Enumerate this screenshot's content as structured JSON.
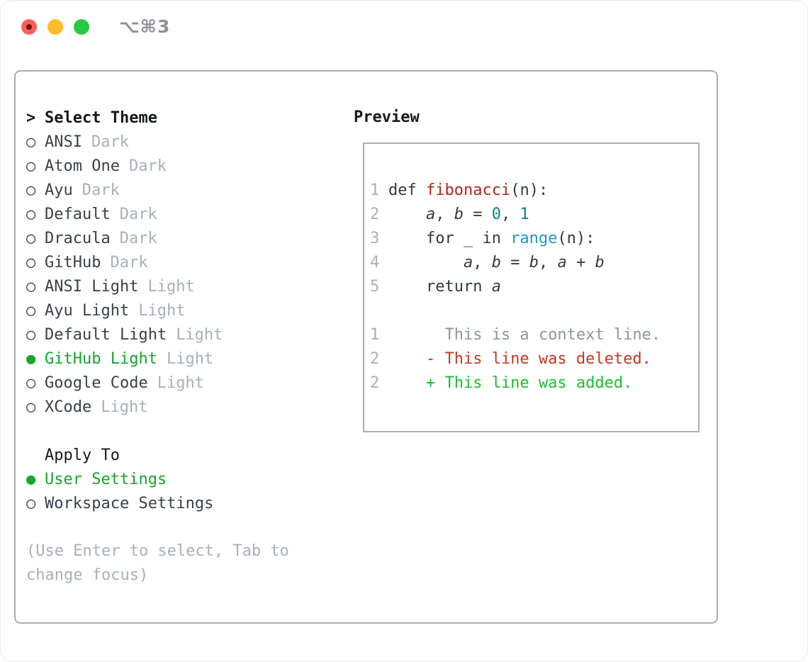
{
  "window": {
    "title": "⌥⌘3",
    "traffic_lights": {
      "close": "close",
      "minimize": "minimize",
      "zoom": "zoom"
    }
  },
  "markers": {
    "prompt": ">",
    "unselected": "○",
    "selected": "●"
  },
  "colors": {
    "accent_green": "#16a52e",
    "panel_border": "#a7aeb8",
    "muted_text": "#a8b0b9",
    "function_red": "#b0261c",
    "number_teal": "#0e7f87",
    "builtin_blue": "#2196c8",
    "diff_deleted_red": "#c9371f",
    "diff_added_green": "#18c12c"
  },
  "theme_panel": {
    "header": {
      "marker": ">",
      "label": "Select Theme"
    },
    "themes": [
      {
        "name": "ANSI",
        "variant": "Dark",
        "selected": false
      },
      {
        "name": "Atom One",
        "variant": "Dark",
        "selected": false
      },
      {
        "name": "Ayu",
        "variant": "Dark",
        "selected": false
      },
      {
        "name": "Default",
        "variant": "Dark",
        "selected": false
      },
      {
        "name": "Dracula",
        "variant": "Dark",
        "selected": false
      },
      {
        "name": "GitHub",
        "variant": "Dark",
        "selected": false
      },
      {
        "name": "ANSI Light",
        "variant": "Light",
        "selected": false
      },
      {
        "name": "Ayu Light",
        "variant": "Light",
        "selected": false
      },
      {
        "name": "Default Light",
        "variant": "Light",
        "selected": false
      },
      {
        "name": "GitHub Light",
        "variant": "Light",
        "selected": true
      },
      {
        "name": "Google Code",
        "variant": "Light",
        "selected": false
      },
      {
        "name": "XCode",
        "variant": "Light",
        "selected": false
      }
    ],
    "apply_to": {
      "label": "Apply To",
      "options": [
        {
          "name": "User Settings",
          "selected": true
        },
        {
          "name": "Workspace Settings",
          "selected": false
        }
      ]
    },
    "hint_lines": [
      "(Use Enter to select, Tab to",
      "change focus)"
    ]
  },
  "preview": {
    "title": "Preview",
    "lines": [
      {
        "num": "1",
        "tokens": [
          [
            "def ",
            "code"
          ],
          [
            "fibonacci",
            "func"
          ],
          [
            "(n):",
            "code"
          ]
        ]
      },
      {
        "num": "2",
        "tokens": [
          [
            "    ",
            "code"
          ],
          [
            "a",
            "var"
          ],
          [
            ", ",
            "code"
          ],
          [
            "b",
            "var"
          ],
          [
            " = ",
            "code"
          ],
          [
            "0",
            "num"
          ],
          [
            ", ",
            "code"
          ],
          [
            "1",
            "num"
          ]
        ]
      },
      {
        "num": "3",
        "tokens": [
          [
            "    for _ in ",
            "code"
          ],
          [
            "range",
            "builtin"
          ],
          [
            "(n):",
            "code"
          ]
        ]
      },
      {
        "num": "4",
        "tokens": [
          [
            "        ",
            "code"
          ],
          [
            "a",
            "var"
          ],
          [
            ", ",
            "code"
          ],
          [
            "b",
            "var"
          ],
          [
            " = ",
            "code"
          ],
          [
            "b",
            "var"
          ],
          [
            ", ",
            "code"
          ],
          [
            "a",
            "var"
          ],
          [
            " + ",
            "code"
          ],
          [
            "b",
            "var"
          ]
        ]
      },
      {
        "num": "5",
        "tokens": [
          [
            "    return ",
            "code"
          ],
          [
            "a",
            "var"
          ]
        ]
      },
      {
        "num": "",
        "tokens": []
      },
      {
        "num": "1",
        "tokens": [
          [
            "      This is a context line.",
            "context"
          ]
        ]
      },
      {
        "num": "2",
        "tokens": [
          [
            "    - This line was deleted.",
            "deleted"
          ]
        ]
      },
      {
        "num": "2",
        "tokens": [
          [
            "    + This line was added.",
            "added"
          ]
        ]
      }
    ]
  }
}
